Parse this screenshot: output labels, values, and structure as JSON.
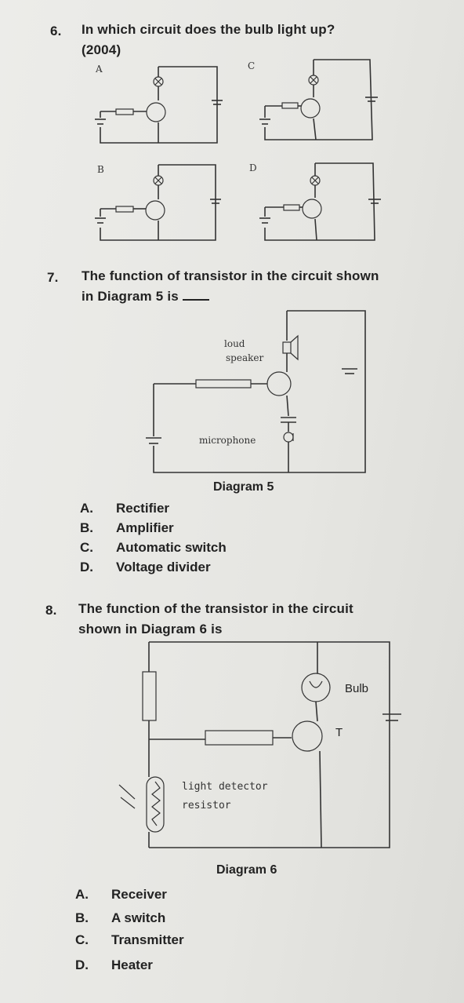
{
  "q6": {
    "number": "6.",
    "text": "In which circuit does the bulb light up?",
    "year": "(2004)",
    "labels": [
      "A",
      "C",
      "B",
      "D"
    ]
  },
  "q7": {
    "number": "7.",
    "line1": "The function of transistor in the circuit shown",
    "line2": "in Diagram 5 is",
    "diagram": {
      "caption": "Diagram 5",
      "loud": "loud",
      "speaker": "speaker",
      "microphone": "microphone"
    },
    "options": [
      {
        "letter": "A.",
        "text": "Rectifier"
      },
      {
        "letter": "B.",
        "text": "Amplifier"
      },
      {
        "letter": "C.",
        "text": "Automatic switch"
      },
      {
        "letter": "D.",
        "text": "Voltage divider"
      }
    ]
  },
  "q8": {
    "number": "8.",
    "line1": "The function of the transistor in the circuit",
    "line2": "shown in Diagram 6 is",
    "diagram": {
      "caption": "Diagram 6",
      "bulb": "Bulb",
      "t": "T",
      "light_detector": "light detector",
      "resistor": "resistor"
    },
    "options": [
      {
        "letter": "A.",
        "text": "Receiver"
      },
      {
        "letter": "B.",
        "text": "A switch"
      },
      {
        "letter": "C.",
        "text": "Transmitter"
      },
      {
        "letter": "D.",
        "text": "Heater"
      }
    ]
  }
}
